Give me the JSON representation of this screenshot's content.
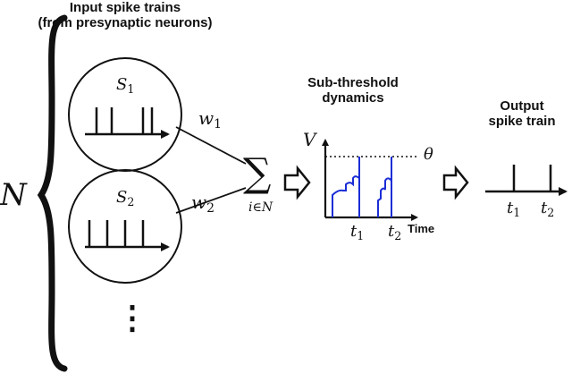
{
  "labels": {
    "input_line1": "Input spike trains",
    "input_line2": "(from presynaptic neurons)",
    "subthreshold_line1": "Sub-threshold",
    "subthreshold_line2": "dynamics",
    "output_line1": "Output",
    "output_line2": "spike train",
    "time_axis": "Time"
  },
  "math": {
    "n": "N",
    "s1": "S",
    "s1_sub": "1",
    "s2": "S",
    "s2_sub": "2",
    "w1": "w",
    "w1_sub": "1",
    "w2": "w",
    "w2_sub": "2",
    "sum_symbol": "∑",
    "sum_index": "i∈N",
    "v_axis": "V",
    "theta": "θ",
    "t1": "t",
    "t1_sub": "1",
    "t2": "t",
    "t2_sub": "2",
    "out_t1": "t",
    "out_t1_sub": "1",
    "out_t2": "t",
    "out_t2_sub": "2",
    "ellipsis": "⋮"
  },
  "colors": {
    "ink": "#111111",
    "membrane": "#1a2dd6"
  }
}
